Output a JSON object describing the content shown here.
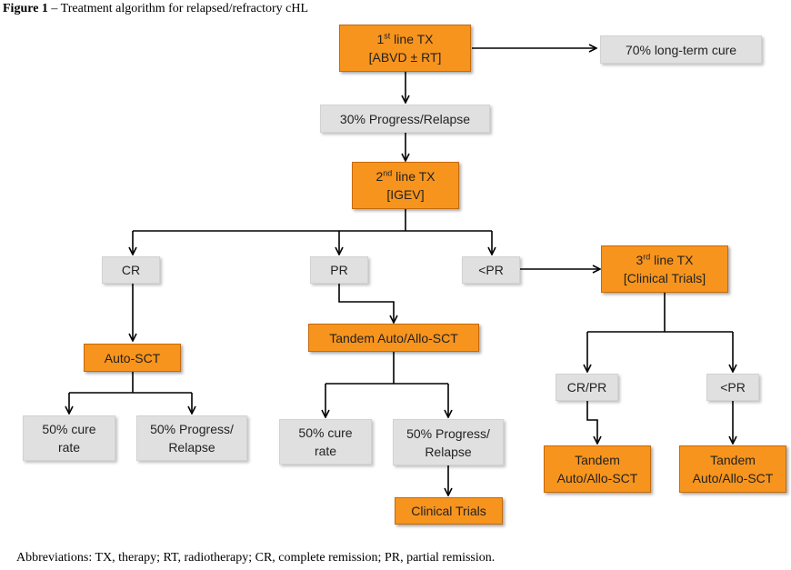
{
  "caption": {
    "label": "Figure 1",
    "text": " – Treatment algorithm for relapsed/refractory cHL"
  },
  "nodes": {
    "first_line": {
      "l1_pre": "1",
      "l1_sup": "st",
      "l1_post": " line TX",
      "l2": "[ABVD ± RT]"
    },
    "long_term_cure": {
      "text": "70% long-term cure"
    },
    "progress_relapse_30": {
      "text": "30% Progress/Relapse"
    },
    "second_line": {
      "l1_pre": "2",
      "l1_sup": "nd",
      "l1_post": " line TX",
      "l2": "[IGEV]"
    },
    "cr": {
      "text": "CR"
    },
    "pr": {
      "text": "PR"
    },
    "lt_pr": {
      "text": "<PR"
    },
    "third_line": {
      "l1_pre": "3",
      "l1_sup": "rd",
      "l1_post": " line TX",
      "l2": "[Clinical Trials]"
    },
    "auto_sct": {
      "text": "Auto-SCT"
    },
    "tandem_auto_allo_sct": {
      "text": "Tandem Auto/Allo-SCT"
    },
    "cure_rate_left": {
      "l1": "50% cure",
      "l2": "rate"
    },
    "progress_left": {
      "l1": "50% Progress/",
      "l2": "Relapse"
    },
    "cure_rate_mid": {
      "l1": "50% cure",
      "l2": "rate"
    },
    "progress_mid": {
      "l1": "50% Progress/",
      "l2": "Relapse"
    },
    "clinical_trials": {
      "text": "Clinical Trials"
    },
    "cr_pr": {
      "text": "CR/PR"
    },
    "lt_pr_right": {
      "text": "<PR"
    },
    "tandem_left": {
      "l1": "Tandem",
      "l2": "Auto/Allo-SCT"
    },
    "tandem_right": {
      "l1": "Tandem",
      "l2": "Auto/Allo-SCT"
    }
  },
  "footnote": {
    "text": "Abbreviations: TX, therapy; RT, radiotherapy; CR, complete remission; PR, partial remission."
  },
  "colors": {
    "treatment_box": "#f7941d",
    "outcome_box": "#e0e0e0",
    "connector": "#000000"
  }
}
